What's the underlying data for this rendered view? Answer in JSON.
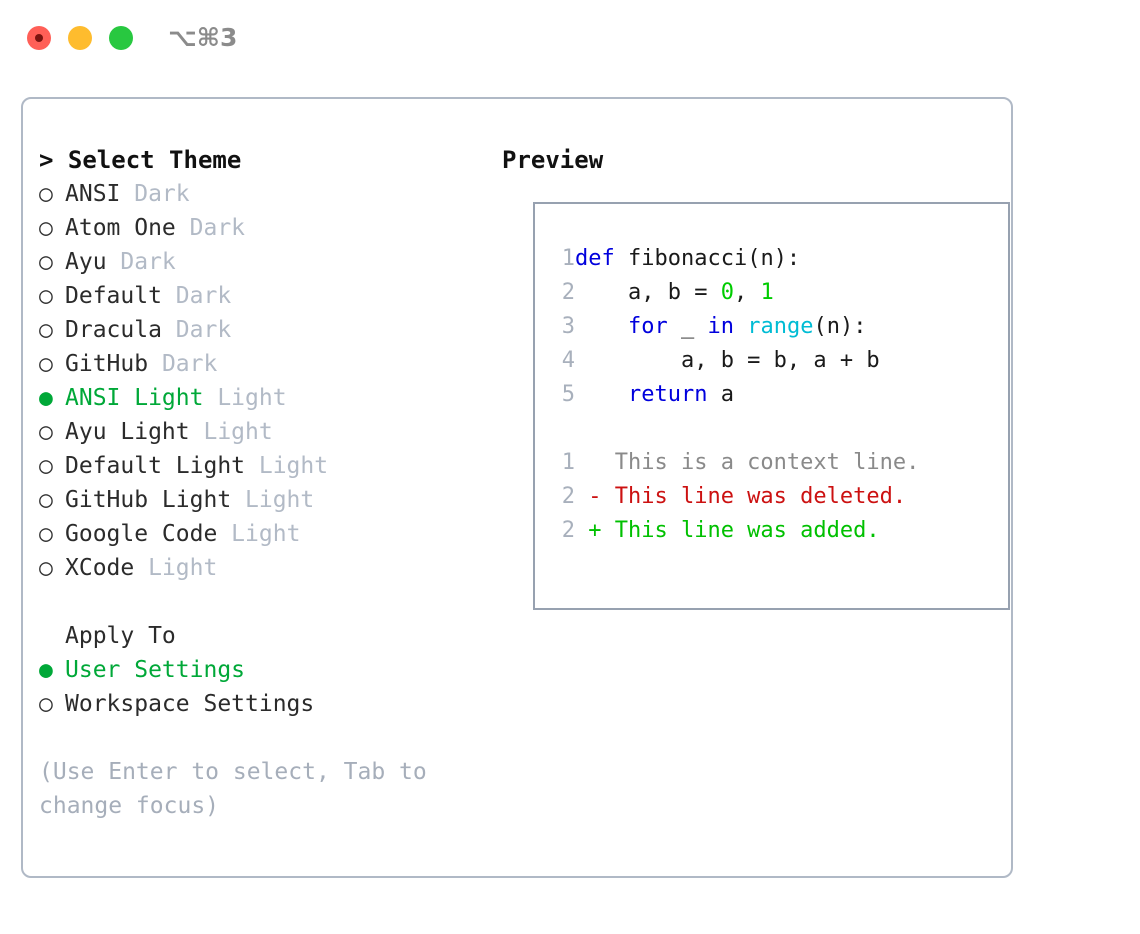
{
  "window": {
    "shortcut_label": "⌥⌘3",
    "traffic_lights": [
      "close",
      "minimize",
      "zoom"
    ]
  },
  "theme_selector": {
    "heading": "> Select Theme",
    "items": [
      {
        "bullet": "○",
        "name": "ANSI",
        "suffix": "Dark",
        "selected": false
      },
      {
        "bullet": "○",
        "name": "Atom One",
        "suffix": "Dark",
        "selected": false
      },
      {
        "bullet": "○",
        "name": "Ayu",
        "suffix": "Dark",
        "selected": false
      },
      {
        "bullet": "○",
        "name": "Default",
        "suffix": "Dark",
        "selected": false
      },
      {
        "bullet": "○",
        "name": "Dracula",
        "suffix": "Dark",
        "selected": false
      },
      {
        "bullet": "○",
        "name": "GitHub",
        "suffix": "Dark",
        "selected": false
      },
      {
        "bullet": "●",
        "name": "ANSI Light",
        "suffix": "Light",
        "selected": true
      },
      {
        "bullet": "○",
        "name": "Ayu Light",
        "suffix": "Light",
        "selected": false
      },
      {
        "bullet": "○",
        "name": "Default Light",
        "suffix": "Light",
        "selected": false
      },
      {
        "bullet": "○",
        "name": "GitHub Light",
        "suffix": "Light",
        "selected": false
      },
      {
        "bullet": "○",
        "name": "Google Code",
        "suffix": "Light",
        "selected": false
      },
      {
        "bullet": "○",
        "name": "XCode",
        "suffix": "Light",
        "selected": false
      }
    ]
  },
  "apply_to": {
    "label": "Apply To",
    "options": [
      {
        "bullet": "●",
        "name": "User Settings",
        "selected": true
      },
      {
        "bullet": "○",
        "name": "Workspace Settings",
        "selected": false
      }
    ]
  },
  "hint": "(Use Enter to select, Tab to change focus)",
  "preview": {
    "title": "Preview",
    "code_lines": [
      {
        "num": "1",
        "tokens": [
          {
            "t": "def",
            "c": "kw"
          },
          {
            "t": " fibonacci(n):",
            "c": "ctext"
          }
        ]
      },
      {
        "num": "2",
        "tokens": [
          {
            "t": "    a, b = ",
            "c": "ctext"
          },
          {
            "t": "0",
            "c": "num"
          },
          {
            "t": ", ",
            "c": "ctext"
          },
          {
            "t": "1",
            "c": "num"
          }
        ]
      },
      {
        "num": "3",
        "tokens": [
          {
            "t": "    ",
            "c": "ctext"
          },
          {
            "t": "for",
            "c": "kw"
          },
          {
            "t": " _ ",
            "c": "ctext"
          },
          {
            "t": "in",
            "c": "kw"
          },
          {
            "t": " ",
            "c": "ctext"
          },
          {
            "t": "range",
            "c": "fn"
          },
          {
            "t": "(n):",
            "c": "ctext"
          }
        ]
      },
      {
        "num": "4",
        "tokens": [
          {
            "t": "        a, b = b, a + b",
            "c": "ctext"
          }
        ]
      },
      {
        "num": "5",
        "tokens": [
          {
            "t": "    ",
            "c": "ctext"
          },
          {
            "t": "return",
            "c": "kw"
          },
          {
            "t": " a",
            "c": "ctext"
          }
        ]
      },
      {
        "num": "",
        "tokens": []
      },
      {
        "num": "1",
        "tokens": [
          {
            "t": "   This is a context line.",
            "c": "diff-ctx"
          }
        ]
      },
      {
        "num": "2",
        "tokens": [
          {
            "t": " - This line was deleted.",
            "c": "diff-del"
          }
        ]
      },
      {
        "num": "2",
        "tokens": [
          {
            "t": " + This line was added.",
            "c": "diff-add"
          }
        ]
      }
    ]
  },
  "colors": {
    "accent_green": "#00a838",
    "diff_added": "#00c000",
    "diff_deleted": "#cc1111",
    "keyword_blue": "#0000dd",
    "function_cyan": "#00bcd4",
    "number_green": "#00cc00",
    "muted_gray": "#b2bac6",
    "border": "#b0b9c6",
    "light_red": "#ff5f57",
    "light_yellow": "#febc2e",
    "light_green": "#28c840"
  }
}
